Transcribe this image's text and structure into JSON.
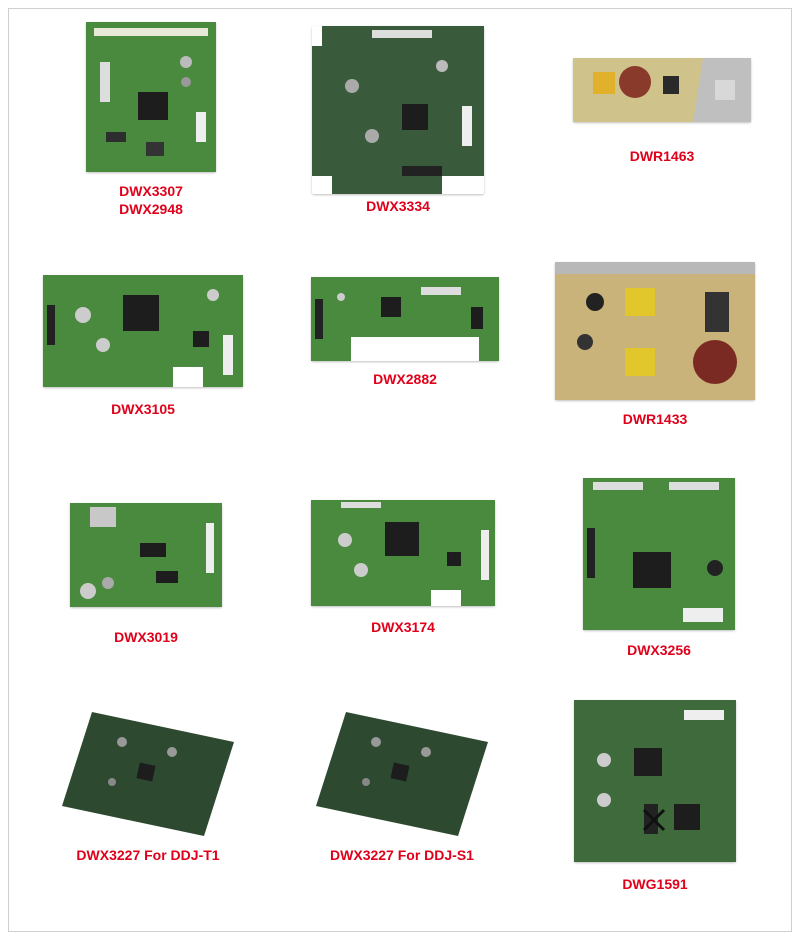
{
  "products": [
    {
      "id": "p1",
      "label": "DWX3307\nDWX2948"
    },
    {
      "id": "p2",
      "label": "DWX3334"
    },
    {
      "id": "p3",
      "label": "DWR1463"
    },
    {
      "id": "p4",
      "label": "DWX3105"
    },
    {
      "id": "p5",
      "label": "DWX2882"
    },
    {
      "id": "p6",
      "label": "DWR1433"
    },
    {
      "id": "p7",
      "label": "DWX3019"
    },
    {
      "id": "p8",
      "label": "DWX3174"
    },
    {
      "id": "p9",
      "label": "DWX3256"
    },
    {
      "id": "p10",
      "label": "DWX3227 For DDJ-T1"
    },
    {
      "id": "p11",
      "label": "DWX3227 For DDJ-S1"
    },
    {
      "id": "p12",
      "label": "DWG1591"
    }
  ],
  "colors": {
    "caption": "#e0001a",
    "pcb_green": "#3f7a3a",
    "pcb_dark": "#2d4a30",
    "psu_tan": "#c9b37a",
    "chip": "#1d1d1d"
  }
}
